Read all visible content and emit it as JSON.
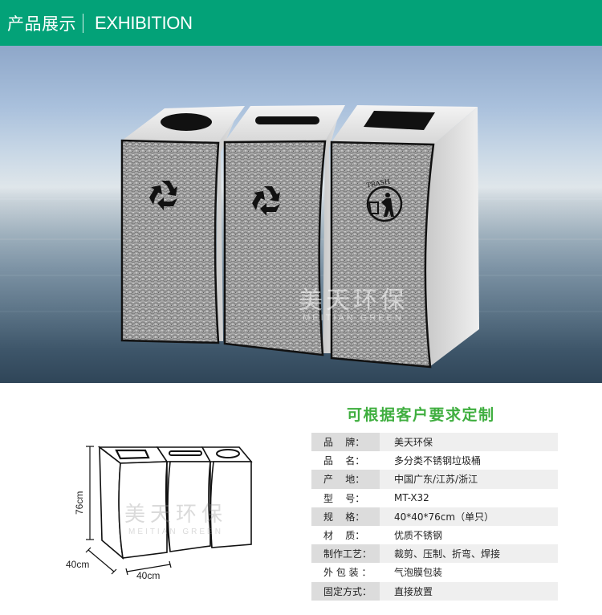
{
  "header": {
    "title_cn": "产品展示",
    "title_en": "EXHIBITION",
    "background_color": "#03a278"
  },
  "photo": {
    "description": "Three stainless steel sorting trash bins on ocean background",
    "bins": [
      {
        "opening": "round-hole",
        "icon": "recycle-icon"
      },
      {
        "opening": "slot",
        "icon": "recycle-icon"
      },
      {
        "opening": "square-hole",
        "icon": "trash-person-icon",
        "icon_text": "TRASH"
      }
    ],
    "watermark": {
      "cn": "美天环保",
      "en": "MEITIAN GREEN"
    }
  },
  "diagram": {
    "height_label": "76cm",
    "depth_label": "40cm",
    "width_label": "40cm",
    "watermark": {
      "cn": "美天环保",
      "en": "MEITIAN GREEN"
    }
  },
  "customization": {
    "title": "可根据客户要求定制",
    "color": "#3fae3f"
  },
  "specs": [
    {
      "label": "品    牌：",
      "value": "美天环保"
    },
    {
      "label": "品    名：",
      "value": "多分类不锈钢垃圾桶"
    },
    {
      "label": "产    地：",
      "value": "中国广东/江苏/浙江"
    },
    {
      "label": "型    号：",
      "value": "MT-X32"
    },
    {
      "label": "规    格：",
      "value": "40*40*76cm（单只）"
    },
    {
      "label": "材    质：",
      "value": "优质不锈钢"
    },
    {
      "label": "制作工艺：",
      "value": "裁剪、压制、折弯、焊接"
    },
    {
      "label": "外 包 装 ：",
      "value": "气泡膜包装"
    },
    {
      "label": "固定方式：",
      "value": "直接放置"
    }
  ]
}
